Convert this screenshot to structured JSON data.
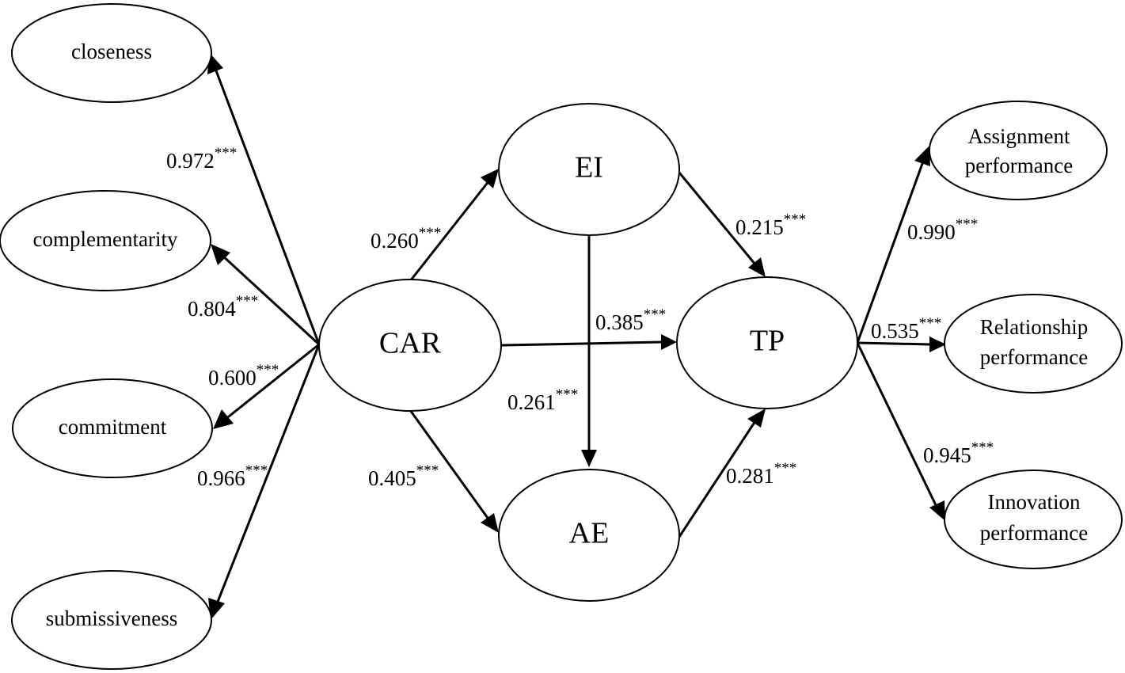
{
  "nodes": {
    "closeness": "closeness",
    "complementarity": "complementarity",
    "commitment": "commitment",
    "submissiveness": "submissiveness",
    "car": "CAR",
    "ei": "EI",
    "ae": "AE",
    "tp": "TP",
    "assignment": [
      "Assignment",
      "performance"
    ],
    "relationship": [
      "Relationship",
      "performance"
    ],
    "innovation": [
      "Innovation",
      "performance"
    ]
  },
  "paths": {
    "car_closeness": {
      "value": "0.972",
      "sig": "***"
    },
    "car_complementarity": {
      "value": "0.804",
      "sig": "***"
    },
    "car_commitment": {
      "value": "0.600",
      "sig": "***"
    },
    "car_submissiveness": {
      "value": "0.966",
      "sig": "***"
    },
    "car_ei": {
      "value": "0.260",
      "sig": "***"
    },
    "car_tp": {
      "value": "0.385",
      "sig": "***"
    },
    "ei_ae": {
      "value": "0.261",
      "sig": "***"
    },
    "car_ae": {
      "value": "0.405",
      "sig": "***"
    },
    "ei_tp": {
      "value": "0.215",
      "sig": "***"
    },
    "ae_tp": {
      "value": "0.281",
      "sig": "***"
    },
    "tp_assignment": {
      "value": "0.990",
      "sig": "***"
    },
    "tp_relationship": {
      "value": "0.535",
      "sig": "***"
    },
    "tp_innovation": {
      "value": "0.945",
      "sig": "***"
    }
  },
  "colors": {
    "stroke": "#000000",
    "background": "#ffffff"
  }
}
